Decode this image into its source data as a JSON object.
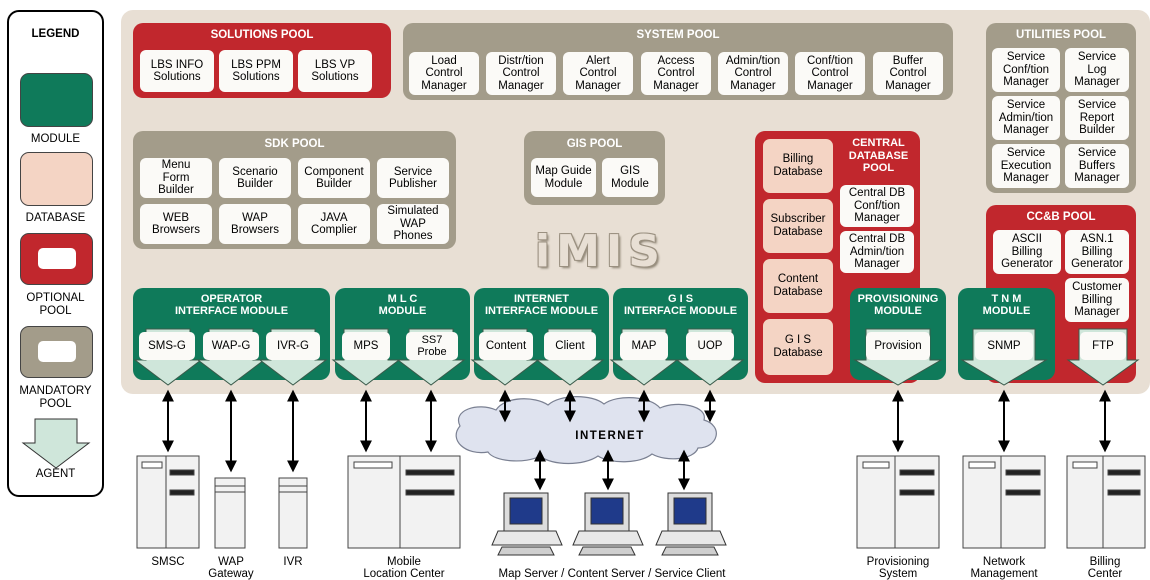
{
  "legend": {
    "title": "LEGEND",
    "module": "MODULE",
    "database": "DATABASE",
    "optional_pool": "OPTIONAL\nPOOL",
    "mandatory_pool": "MANDATORY\nPOOL",
    "agent": "AGENT"
  },
  "colors": {
    "module": "#0f7a5a",
    "database": "#f4d4c4",
    "optional_pool": "#c1272d",
    "mandatory_pool": "#a39c8a",
    "background": "#e8dfd4"
  },
  "logo": "iMIS",
  "solutions_pool": {
    "title": "SOLUTIONS POOL",
    "items": [
      "LBS INFO\nSolutions",
      "LBS PPM\nSolutions",
      "LBS VP\nSolutions"
    ]
  },
  "system_pool": {
    "title": "SYSTEM POOL",
    "items": [
      "Load\nControl\nManager",
      "Distr/tion\nControl\nManager",
      "Alert\nControl\nManager",
      "Access\nControl\nManager",
      "Admin/tion\nControl\nManager",
      "Conf/tion\nControl\nManager",
      "Buffer\nControl\nManager"
    ]
  },
  "utilities_pool": {
    "title": "UTILITIES POOL",
    "items": [
      "Service\nConf/tion\nManager",
      "Service\nLog\nManager",
      "Service\nAdmin/tion\nManager",
      "Service\nReport\nBuilder",
      "Service\nExecution\nManager",
      "Service\nBuffers\nManager"
    ]
  },
  "sdk_pool": {
    "title": "SDK POOL",
    "items": [
      "Menu\nForm\nBuilder",
      "Scenario\nBuilder",
      "Component\nBuilder",
      "Service\nPublisher",
      "WEB\nBrowsers",
      "WAP\nBrowsers",
      "JAVA\nComplier",
      "Simulated\nWAP\nPhones"
    ]
  },
  "gis_pool": {
    "title": "GIS POOL",
    "items": [
      "Map Guide\nModule",
      "GIS\nModule"
    ]
  },
  "central_db_pool": {
    "title": "CENTRAL\nDATABASE\nPOOL",
    "databases": [
      "Billing\nDatabase",
      "Subscriber\nDatabase",
      "Content\nDatabase",
      "G I S\nDatabase"
    ],
    "managers": [
      "Central DB\nConf/tion\nManager",
      "Central DB\nAdmin/tion\nManager"
    ]
  },
  "ccb_pool": {
    "title": "CC&B POOL",
    "items": [
      "ASCII\nBilling\nGenerator",
      "ASN.1\nBilling\nGenerator",
      "Customer\nBilling\nManager"
    ],
    "agent": "FTP"
  },
  "modules": [
    {
      "title": "OPERATOR\nINTERFACE MODULE",
      "agents": [
        "SMS-G",
        "WAP-G",
        "IVR-G"
      ]
    },
    {
      "title": "M L C\nMODULE",
      "agents": [
        "MPS",
        "SS7\nProbe"
      ]
    },
    {
      "title": "INTERNET\nINTERFACE MODULE",
      "agents": [
        "Content",
        "Client"
      ]
    },
    {
      "title": "G I S\nINTERFACE MODULE",
      "agents": [
        "MAP",
        "UOP"
      ]
    },
    {
      "title": "PROVISIONING\nMODULE",
      "agents": [
        "Provision"
      ]
    },
    {
      "title": "T N M\nMODULE",
      "agents": [
        "SNMP"
      ]
    }
  ],
  "internet_label": "INTERNET",
  "systems": [
    "SMSC",
    "WAP\nGateway",
    "IVR",
    "Mobile\nLocation Center",
    "Map Server / Content Server / Service Client",
    "Provisioning\nSystem",
    "Network\nManagement",
    "Billing\nCenter"
  ]
}
